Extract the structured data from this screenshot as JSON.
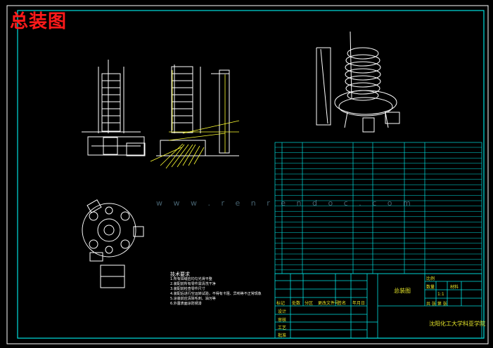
{
  "drawing_title": "总装图",
  "watermark": "w w w . r e n r e n d o c . c o m",
  "technical_notes": {
    "heading": "技术要求",
    "lines": [
      "1.所有焊缝应均匀光滑平整",
      "2.装配前所有零件需清洗干净",
      "3.装配前检查零件尺寸",
      "4.装配后进行空运转试验，不得有卡阻、异响等不正常现象",
      "5.涂装前应清除毛刺、油污等",
      "6.外露表面涂防锈漆"
    ]
  },
  "title_block": {
    "drawing_name": "总装图",
    "institution": "沈阳化工大学科亚学院",
    "scale_label": "比例",
    "scale_value": "1:1",
    "quantity_label": "数量",
    "material_label": "材料",
    "sheet_label": "共 张 第 张",
    "row_labels": [
      "设计",
      "审核",
      "工艺",
      "批准"
    ],
    "header_labels": [
      "标记",
      "处数",
      "分区",
      "更改文件号",
      "签名",
      "年月日"
    ]
  },
  "colors": {
    "background": "#000000",
    "lines": "#ffffff",
    "table": "#00e0e0",
    "dimensions": "#ffff33",
    "title": "#ff1a1a"
  }
}
